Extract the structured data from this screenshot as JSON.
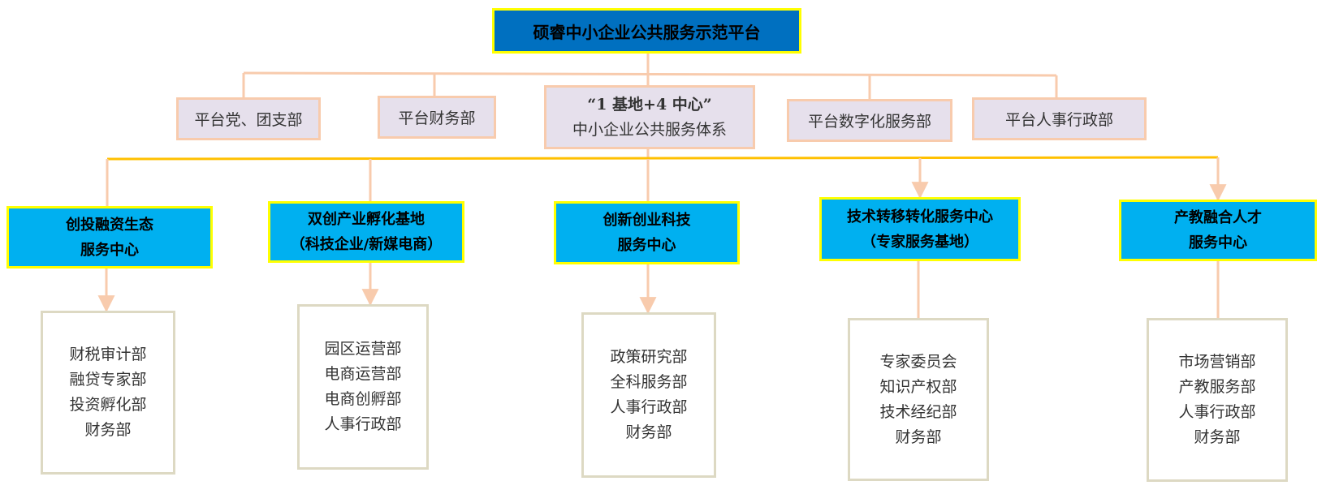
{
  "root": {
    "title": "硕睿中小企业公共服务示范平台"
  },
  "departments": [
    {
      "lines": [
        "平台党、团支部"
      ]
    },
    {
      "lines": [
        "平台财务部"
      ]
    },
    {
      "lines": [
        "“1 基地+4 中心”",
        "中小企业公共服务体系"
      ]
    },
    {
      "lines": [
        "平台数字化服务部"
      ]
    },
    {
      "lines": [
        "平台人事行政部"
      ]
    }
  ],
  "centers": [
    {
      "lines": [
        "创投融资生态",
        "服务中心"
      ],
      "units": [
        "财税审计部",
        "融贷专家部",
        "投资孵化部",
        "财务部"
      ]
    },
    {
      "lines": [
        "双创产业孵化基地",
        "（科技企业/新媒电商）"
      ],
      "units": [
        "园区运营部",
        "电商运营部",
        "电商创孵部",
        "人事行政部"
      ]
    },
    {
      "lines": [
        "创新创业科技",
        "服务中心"
      ],
      "units": [
        "政策研究部",
        "全科服务部",
        "人事行政部",
        "财务部"
      ]
    },
    {
      "lines": [
        "技术转移转化服务中心",
        "（专家服务基地）"
      ],
      "units": [
        "专家委员会",
        "知识产权部",
        "技术经纪部",
        "财务部"
      ]
    },
    {
      "lines": [
        "产教融合人才",
        "服务中心"
      ],
      "units": [
        "市场营销部",
        "产教服务部",
        "人事行政部",
        "财务部"
      ]
    }
  ],
  "colors": {
    "root_fill": "#0070c0",
    "root_border": "#ffff00",
    "dept_fill": "#e6e0ec",
    "dept_border": "#f8cbad",
    "center_fill": "#00b0f0",
    "center_border": "#ffff00",
    "unit_border": "#ddd9c3",
    "connector": "#f8cbad",
    "connector_main": "#ffc000"
  }
}
